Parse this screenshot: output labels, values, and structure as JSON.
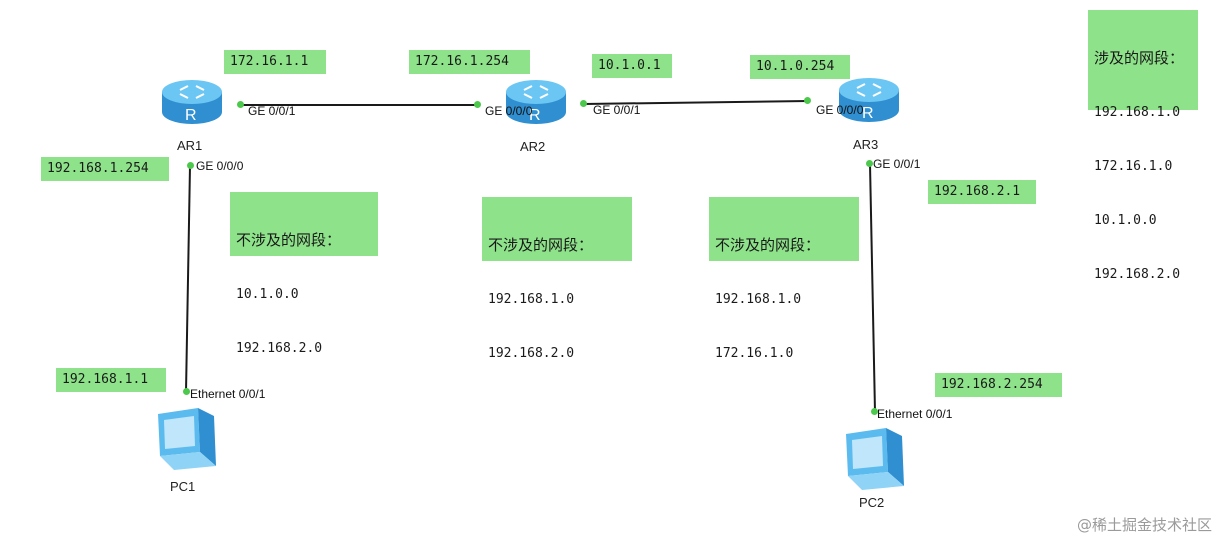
{
  "devices": {
    "ar1": "AR1",
    "ar2": "AR2",
    "ar3": "AR3",
    "pc1": "PC1",
    "pc2": "PC2"
  },
  "ports": {
    "ar1_g001": "GE 0/0/1",
    "ar1_g000": "GE 0/0/0",
    "ar2_g000": "GE 0/0/0",
    "ar2_g001": "GE 0/0/1",
    "ar3_g000": "GE 0/0/0",
    "ar3_g001": "GE 0/0/1",
    "pc1_eth": "Ethernet 0/0/1",
    "pc2_eth": "Ethernet 0/0/1"
  },
  "ip_labels": {
    "ar1_g001": "172.16.1.1",
    "ar2_g000": "172.16.1.254",
    "ar2_g001": "10.1.0.1",
    "ar3_g000": "10.1.0.254",
    "ar1_g000": "192.168.1.254",
    "ar3_g001": "192.168.2.1",
    "pc1": "192.168.1.1",
    "pc2": "192.168.2.254"
  },
  "notes": {
    "involved": {
      "title": "涉及的网段：",
      "lines": [
        "192.168.1.0",
        "172.16.1.0",
        "10.1.0.0",
        "192.168.2.0"
      ]
    },
    "ar1_not": {
      "title": "不涉及的网段：",
      "lines": [
        "10.1.0.0",
        "192.168.2.0"
      ]
    },
    "ar2_not": {
      "title": "不涉及的网段：",
      "lines": [
        "192.168.1.0",
        "192.168.2.0"
      ]
    },
    "ar3_not": {
      "title": "不涉及的网段：",
      "lines": [
        "192.168.1.0",
        "172.16.1.0"
      ]
    }
  },
  "watermark": "@稀土掘金技术社区",
  "colors": {
    "label_bg": "#8ee38a",
    "link": "#1a1a1a",
    "router": "#39a9e8",
    "port_dot": "#4cc94c"
  }
}
